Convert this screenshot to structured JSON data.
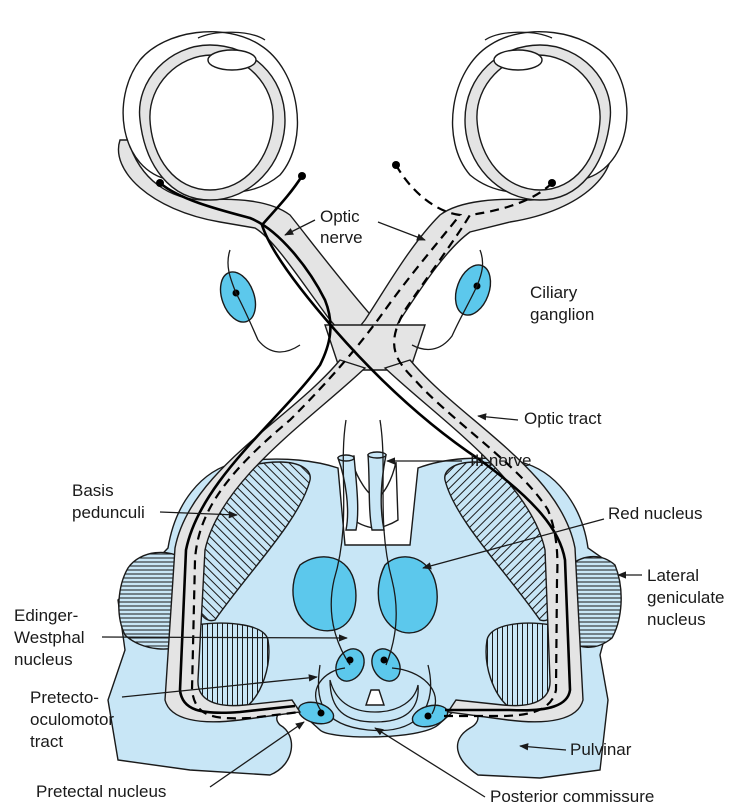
{
  "labels": {
    "optic_nerve_1": "Optic",
    "optic_nerve_2": "nerve",
    "ciliary_1": "Ciliary",
    "ciliary_2": "ganglion",
    "optic_tract": "Optic tract",
    "iii_nerve": "III nerve",
    "basis_1": "Basis",
    "basis_2": "pedunculi",
    "red_nucleus": "Red nucleus",
    "lgn_1": "Lateral",
    "lgn_2": "geniculate",
    "lgn_3": "nucleus",
    "ew_1": "Edinger-",
    "ew_2": "Westphal",
    "ew_3": "nucleus",
    "pretecto_1": "Pretecto-",
    "pretecto_2": "oculomotor",
    "pretecto_3": "tract",
    "pulvinar": "Pulvinar",
    "pretectal_nucleus": "Pretectal nucleus",
    "posterior_commissure": "Posterior commissure"
  },
  "colors": {
    "brainstem_fill": "#c8e6f6",
    "nucleus_fill": "#5cc8ec",
    "tract_fill": "#e4e4e4",
    "outline": "#1a1a1a"
  }
}
